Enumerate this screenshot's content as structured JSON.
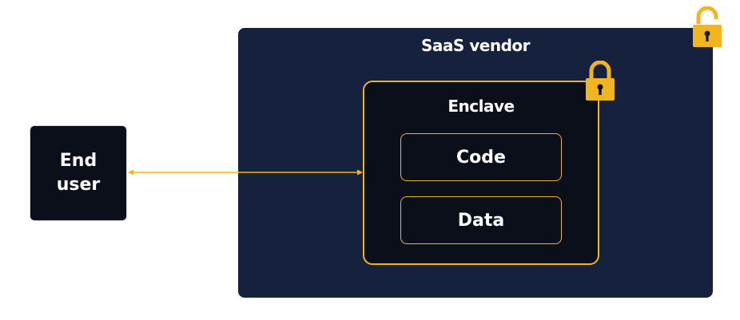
{
  "end_user": {
    "label": "End\nuser"
  },
  "vendor": {
    "title": "SaaS vendor"
  },
  "enclave": {
    "title": "Enclave",
    "items": [
      {
        "label": "Code"
      },
      {
        "label": "Data"
      }
    ]
  },
  "colors": {
    "accent": "#f2b51f",
    "vendor_bg": "#15213d",
    "dark_bg": "#0b0f1a",
    "text": "#ffffff"
  },
  "icons": {
    "vendor_lock": "lock-open-icon",
    "enclave_lock": "lock-closed-icon"
  }
}
